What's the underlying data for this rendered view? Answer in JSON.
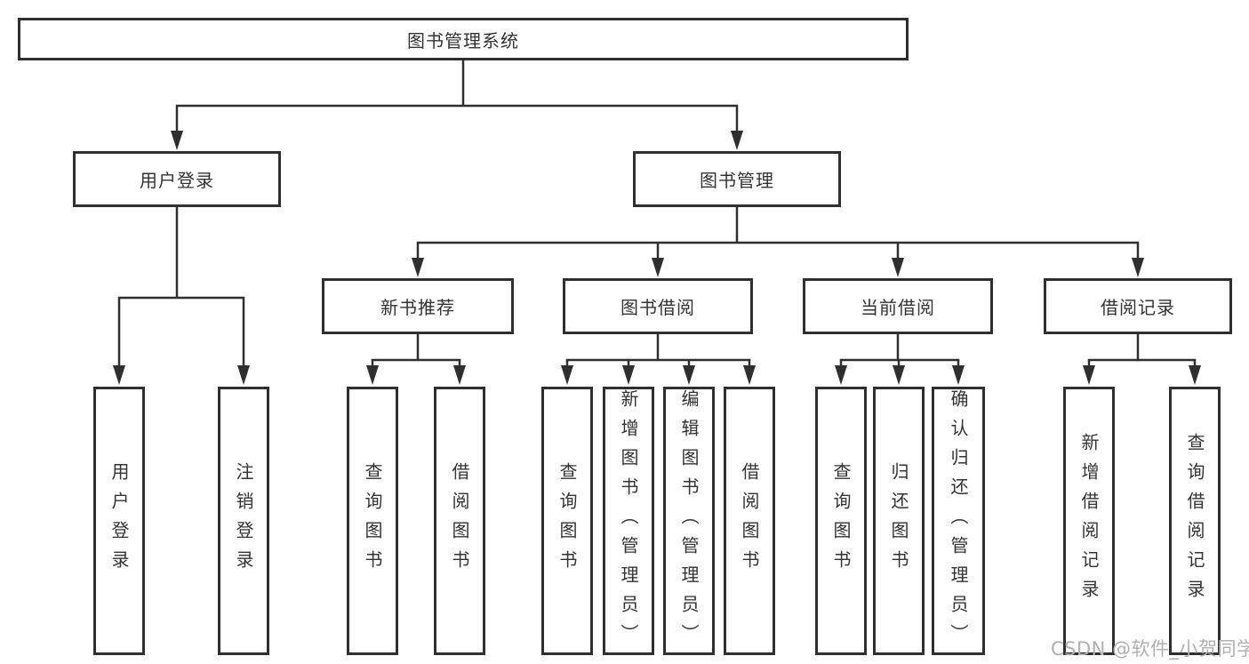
{
  "nodes": {
    "root": "图书管理系统",
    "user_login_branch": "用户登录",
    "book_management": "图书管理",
    "new_book_recommend": "新书推荐",
    "book_borrowing": "图书借阅",
    "current_borrowing": "当前借阅",
    "borrowing_records": "借阅记录",
    "user_login": "用户登录",
    "logout": "注销登录",
    "nb_query_books": "查询图书",
    "nb_borrow_books": "借阅图书",
    "bb_query_books": "查询图书",
    "bb_add_books": "新增图书（管理员）",
    "bb_edit_books": "编辑图书（管理员）",
    "bb_borrow_books": "借阅图书",
    "cb_query_books": "查询图书",
    "cb_return_books": "归还图书",
    "cb_confirm_return": "确认归还（管理员）",
    "br_add_record": "新增借阅记录",
    "br_query_record": "查询借阅记录"
  },
  "watermark": "CSDN @软件_小贺同学",
  "colors": {
    "line": "#2f2f2f",
    "text": "#333333",
    "box_background": "#ffffff",
    "watermark": "#b0b0b0",
    "page_background": "#ffffff"
  }
}
